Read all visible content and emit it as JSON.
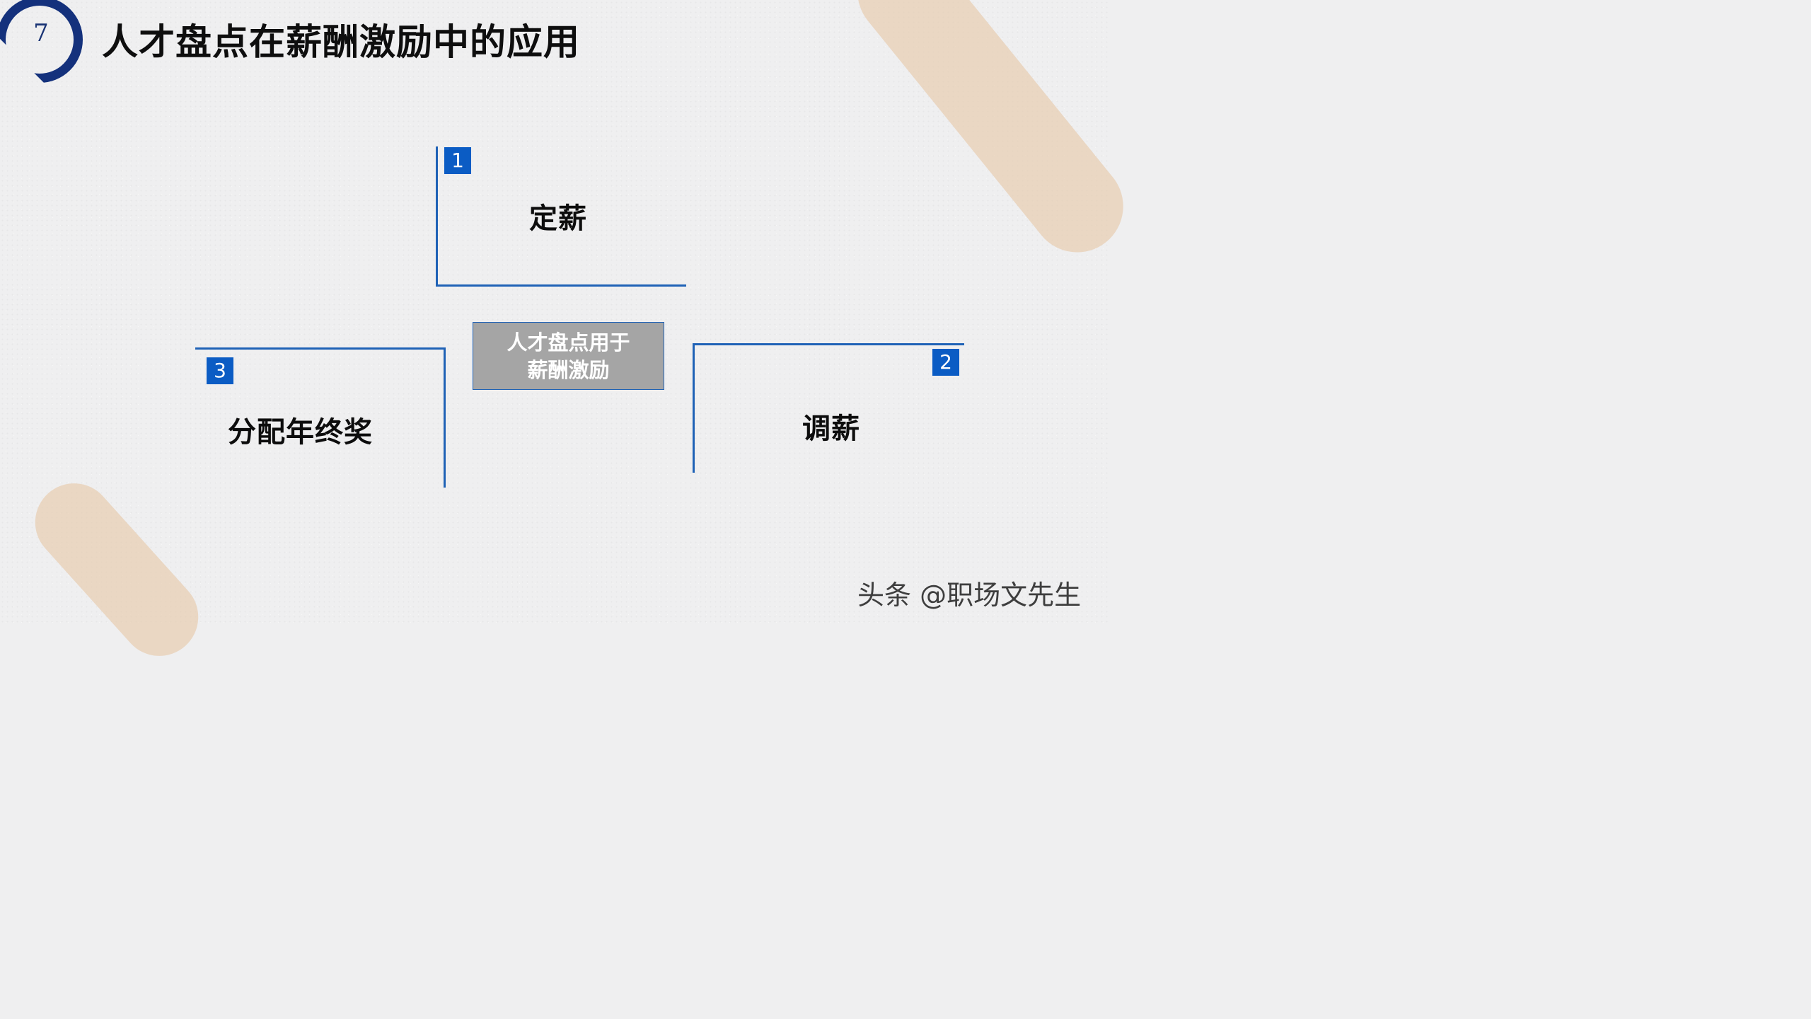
{
  "slide": {
    "number": "7",
    "title": "人才盘点在薪酬激励中的应用"
  },
  "center": {
    "line1": "人才盘点用于",
    "line2": "薪酬激励"
  },
  "items": [
    {
      "number": "1",
      "label": "定薪"
    },
    {
      "number": "2",
      "label": "调薪"
    },
    {
      "number": "3",
      "label": "分配年终奖"
    }
  ],
  "watermark": "头条 @职场文先生",
  "colors": {
    "navy": "#14317c",
    "accent_blue": "#1f62b6",
    "number_box_blue": "#0b5cc4",
    "center_box_gray": "#a5a5a5",
    "peach": "#e8cdb2"
  }
}
